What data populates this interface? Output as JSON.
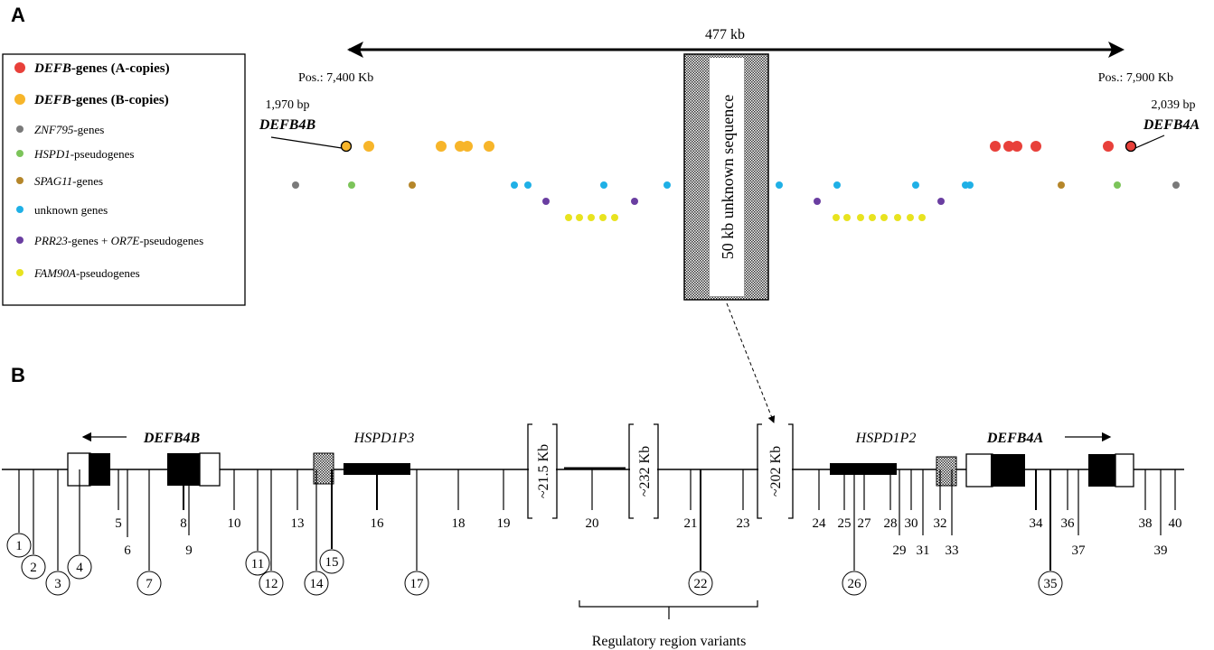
{
  "panel_a": {
    "label": "A",
    "span_label": "477 kb",
    "pos_left": "Pos.: 7,400 Kb",
    "pos_right": "Pos.: 7,900 Kb",
    "left_bp": "1,970 bp",
    "left_gene": "DEFB4B",
    "right_bp": "2,039 bp",
    "right_gene": "DEFB4A",
    "unknown_block": "50 kb unknown sequence",
    "legend": [
      {
        "italic": "DEFB",
        "rest": "-genes (A-copies)",
        "bold": true,
        "color": "#e8403a"
      },
      {
        "italic": "DEFB",
        "rest": "-genes (B-copies)",
        "bold": true,
        "color": "#f7b52a"
      },
      {
        "italic": "ZNF795",
        "rest": "-genes",
        "bold": false,
        "color": "#7a7a7a"
      },
      {
        "italic": "HSPD1",
        "rest": "-pseudogenes",
        "bold": false,
        "color": "#7cc45a"
      },
      {
        "italic": "SPAG11",
        "rest": "-genes",
        "bold": false,
        "color": "#b5862a"
      },
      {
        "italic": "",
        "rest": "unknown genes",
        "bold": false,
        "color": "#1fb0e6"
      },
      {
        "italic": "PRR23",
        "rest": "-genes + ",
        "italic2": "OR7E",
        "rest2": "-pseudogenes",
        "bold": false,
        "color": "#6a3ea1"
      },
      {
        "italic": "FAM90A",
        "rest": "-pseudogenes",
        "bold": false,
        "color": "#e8e31f"
      }
    ]
  },
  "panel_b": {
    "label": "B",
    "gene_left": "DEFB4B",
    "pseudo_left": "HSPD1P3",
    "pseudo_right": "HSPD1P2",
    "gene_right": "DEFB4A",
    "gap1": "~21.5 Kb",
    "gap2": "~232 Kb",
    "gap3": "~202 Kb",
    "regulatory": "Regulatory region variants",
    "variants": [
      "1",
      "2",
      "3",
      "4",
      "5",
      "6",
      "7",
      "8",
      "9",
      "10",
      "11",
      "12",
      "13",
      "14",
      "15",
      "16",
      "17",
      "18",
      "19",
      "20",
      "21",
      "22",
      "23",
      "24",
      "25",
      "26",
      "27",
      "28",
      "29",
      "30",
      "31",
      "32",
      "33",
      "34",
      "35",
      "36",
      "37",
      "38",
      "39",
      "40"
    ]
  }
}
